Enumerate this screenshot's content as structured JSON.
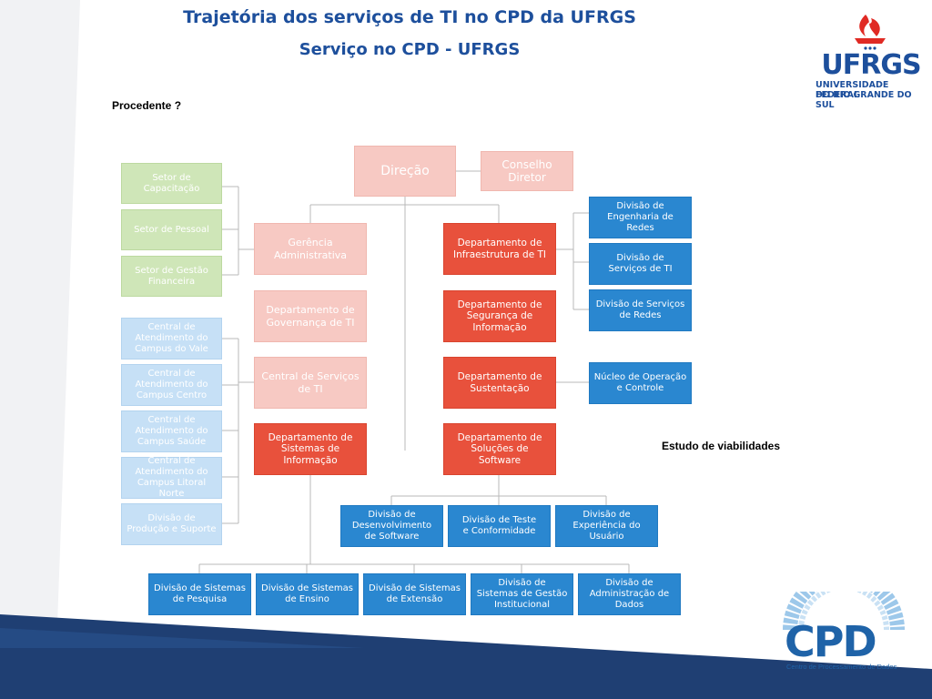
{
  "header": {
    "title": "Trajetória dos serviços de TI no CPD da UFRGS",
    "subtitle": "Serviço no CPD - UFRGS"
  },
  "notes": {
    "procedente": "Procedente ?",
    "estudo": "Estudo de viabilidades"
  },
  "logo_ufrgs": {
    "name": "UFRGS",
    "line1": "UNIVERSIDADE FEDERAL",
    "line2": "DO RIO GRANDE DO SUL"
  },
  "logo_cpd": {
    "name": "CPD",
    "caption": "Centro de Processamento de Dados"
  },
  "colors": {
    "title_blue": "#1d4f9c",
    "red": "#e8513c",
    "blue": "#2a87d0",
    "green_faded": "#cfe6b8",
    "pink_faded": "#f7c9c3",
    "lightblue_faded": "#c6e0f6",
    "navy": "#1f3f73"
  },
  "org": {
    "direcao": "Direção",
    "conselho": "Conselho\nDiretor",
    "left_green": [
      "Setor de\nCapacitação",
      "Setor de Pessoal",
      "Setor de Gestão\nFinanceira"
    ],
    "left_blue": [
      "Central de\nAtendimento do\nCampus do Vale",
      "Central de\nAtendimento do\nCampus Centro",
      "Central de\nAtendimento do\nCampus Saúde",
      "Central de\nAtendimento do\nCampus Litoral Norte",
      "Divisão de\nProdução e Suporte"
    ],
    "mid_left": [
      "Gerência\nAdministrativa",
      "Departamento de\nGovernança de TI",
      "Central de Serviços\nde TI",
      "Departamento de\nSistemas de\nInformação"
    ],
    "mid_right": [
      "Departamento de\nInfraestrutura de TI",
      "Departamento de\nSegurança de\nInformação",
      "Departamento de\nSustentação",
      "Departamento de\nSoluções de\nSoftware"
    ],
    "right_blue": [
      "Divisão de\nEngenharia de Redes",
      "Divisão de\nServiços de TI",
      "Divisão de Serviços\nde Redes",
      "Núcleo de Operação\ne Controle"
    ],
    "software_divs": [
      "Divisão de\nDesenvolvimento\nde Software",
      "Divisão de Teste\ne Conformidade",
      "Divisão de\nExperiência do\nUsuário"
    ],
    "sistemas_divs": [
      "Divisão de Sistemas\nde Pesquisa",
      "Divisão de Sistemas\nde Ensino",
      "Divisão de Sistemas\nde Extensão",
      "Divisão de\nSistemas de Gestão\nInstitucional",
      "Divisão de\nAdministração de\nDados"
    ]
  }
}
